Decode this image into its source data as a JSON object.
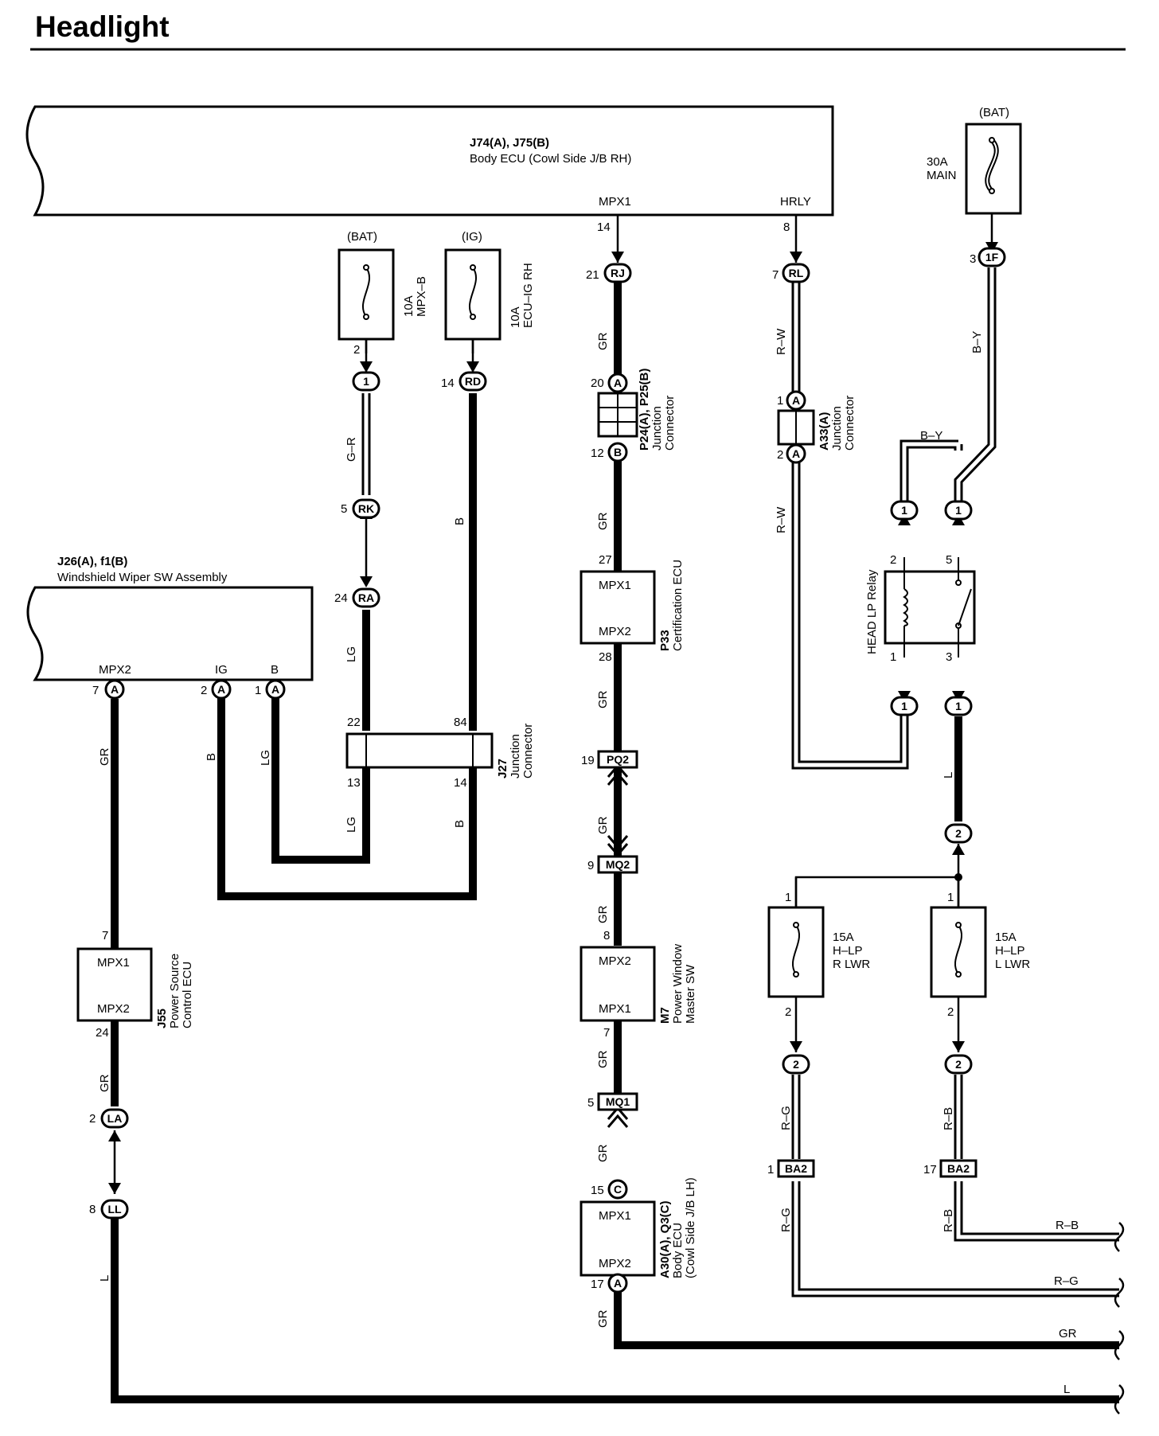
{
  "title": "Headlight",
  "components": {
    "body_ecu_rh": {
      "ref": "J74(A), J75(B)",
      "name": "Body ECU (Cowl Side J/B RH)",
      "terminals": [
        "MPX1",
        "HRLY"
      ]
    },
    "wiper_sw": {
      "ref": "J26(A), f1(B)",
      "name": "Windshield Wiper SW Assembly",
      "terminals": [
        "MPX2",
        "IG",
        "B"
      ]
    },
    "fuse_mpxb": {
      "source": "(BAT)",
      "rating": "10A",
      "name": "MPX–B"
    },
    "fuse_ecuig": {
      "source": "(IG)",
      "rating": "10A",
      "name": "ECU–IG RH"
    },
    "fuse_main": {
      "source": "(BAT)",
      "rating": "30A",
      "name": "MAIN"
    },
    "p24": {
      "ref": "P24(A), P25(B)",
      "name1": "Junction",
      "name2": "Connector"
    },
    "a33": {
      "ref": "A33(A)",
      "name1": "Junction",
      "name2": "Connector"
    },
    "j27": {
      "ref": "J27",
      "name1": "Junction",
      "name2": "Connector"
    },
    "p33": {
      "ref": "P33",
      "name": "Certification ECU",
      "t1": "MPX1",
      "t2": "MPX2"
    },
    "m7": {
      "ref": "M7",
      "name1": "Power Window",
      "name2": "Master SW",
      "t1": "MPX2",
      "t2": "MPX1"
    },
    "a30": {
      "ref": "A30(A), Q3(C)",
      "name1": "Body ECU",
      "name2": "(Cowl Side J/B LH)",
      "t1": "MPX1",
      "t2": "MPX2"
    },
    "j55": {
      "ref": "J55",
      "name1": "Power Source",
      "name2": "Control ECU",
      "t1": "MPX1",
      "t2": "MPX2"
    },
    "relay": {
      "name": "HEAD LP Relay"
    },
    "fuse_rlwr": {
      "rating": "15A",
      "name1": "H–LP",
      "name2": "R LWR"
    },
    "fuse_llwr": {
      "rating": "15A",
      "name1": "H–LP",
      "name2": "L LWR"
    }
  },
  "connectors": {
    "rj": "RJ",
    "rl": "RL",
    "f1": "1F",
    "c1": "1",
    "rd": "RD",
    "a": "A",
    "b": "B",
    "rk": "RK",
    "ra": "RA",
    "pq2": "PQ2",
    "mq2": "MQ2",
    "mq1": "MQ1",
    "c": "C",
    "la": "LA",
    "ll": "LL",
    "ba2": "BA2",
    "two": "2",
    "one": "1"
  },
  "pins": {
    "p1": "1",
    "p2": "2",
    "p3": "3",
    "p5": "5",
    "p7": "7",
    "p8": "8",
    "p9": "9",
    "p12": "12",
    "p13": "13",
    "p14": "14",
    "p15": "15",
    "p17": "17",
    "p19": "19",
    "p20": "20",
    "p21": "21",
    "p22": "22",
    "p24": "24",
    "p27": "27",
    "p28": "28",
    "p84": "84"
  },
  "wire_colors": {
    "gr": "GR",
    "rw": "R–W",
    "by": "B–Y",
    "gr2": "G–R",
    "b": "B",
    "lg": "LG",
    "l": "L",
    "rg": "R–G",
    "rb": "R–B"
  }
}
